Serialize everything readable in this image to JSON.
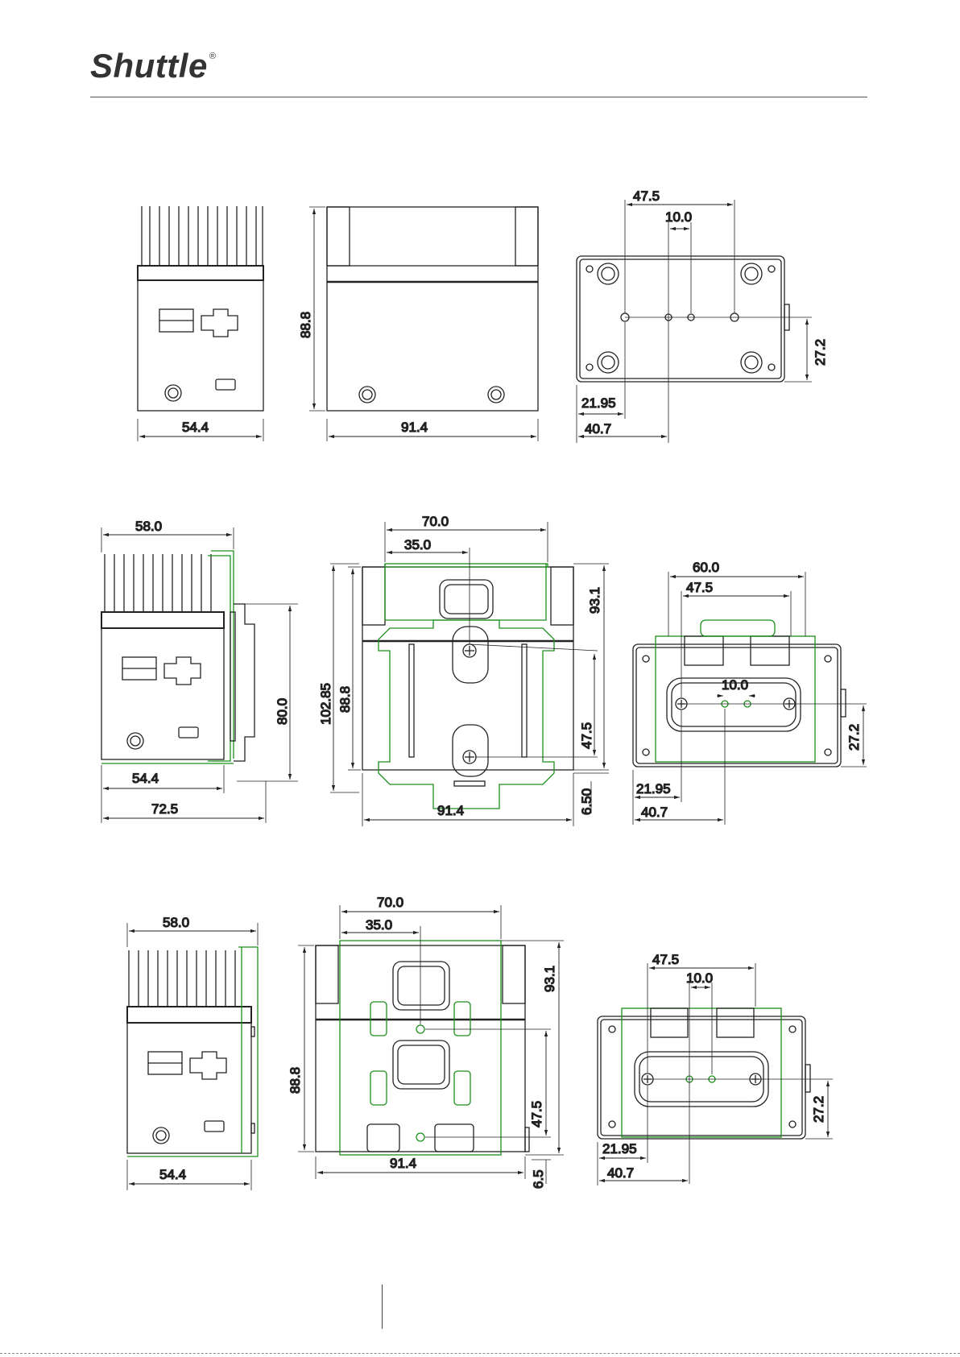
{
  "header": {
    "brand": "Shuttle",
    "registered": "®"
  },
  "colors": {
    "outline": "#222222",
    "bracket": "#1a8f1a",
    "dim": "#222222"
  },
  "row1": {
    "side_width": "54.4",
    "front_height": "88.8",
    "front_width": "91.4",
    "bottom_hole_span": "47.5",
    "bottom_hole_gap": "10.0",
    "bottom_hole_height": "27.2",
    "bottom_hole_offset_1": "21.95",
    "bottom_hole_offset_2": "40.7"
  },
  "row2": {
    "side_top_width": "58.0",
    "side_rail_height": "80.0",
    "side_body_width": "54.4",
    "side_total_width": "72.5",
    "front_bracket_width": "70.0",
    "front_bracket_half": "35.0",
    "front_height": "102.85",
    "front_body_height": "88.8",
    "front_right_height": "93.1",
    "front_hole_span": "47.5",
    "front_bottom_offset": "6.50",
    "front_width": "91.4",
    "bottom_bracket_width": "60.0",
    "bottom_hole_span": "47.5",
    "bottom_hole_gap": "10.0",
    "bottom_hole_height": "27.2",
    "bottom_hole_offset_1": "21.95",
    "bottom_hole_offset_2": "40.7"
  },
  "row3": {
    "side_top_width": "58.0",
    "side_body_width": "54.4",
    "front_bracket_width": "70.0",
    "front_bracket_half": "35.0",
    "front_height": "88.8",
    "front_right_height": "93.1",
    "front_hole_span": "47.5",
    "front_bottom_offset": "6.5",
    "front_width": "91.4",
    "bottom_hole_span": "47.5",
    "bottom_hole_gap": "10.0",
    "bottom_hole_height": "27.2",
    "bottom_hole_offset_1": "21.95",
    "bottom_hole_offset_2": "40.7"
  }
}
